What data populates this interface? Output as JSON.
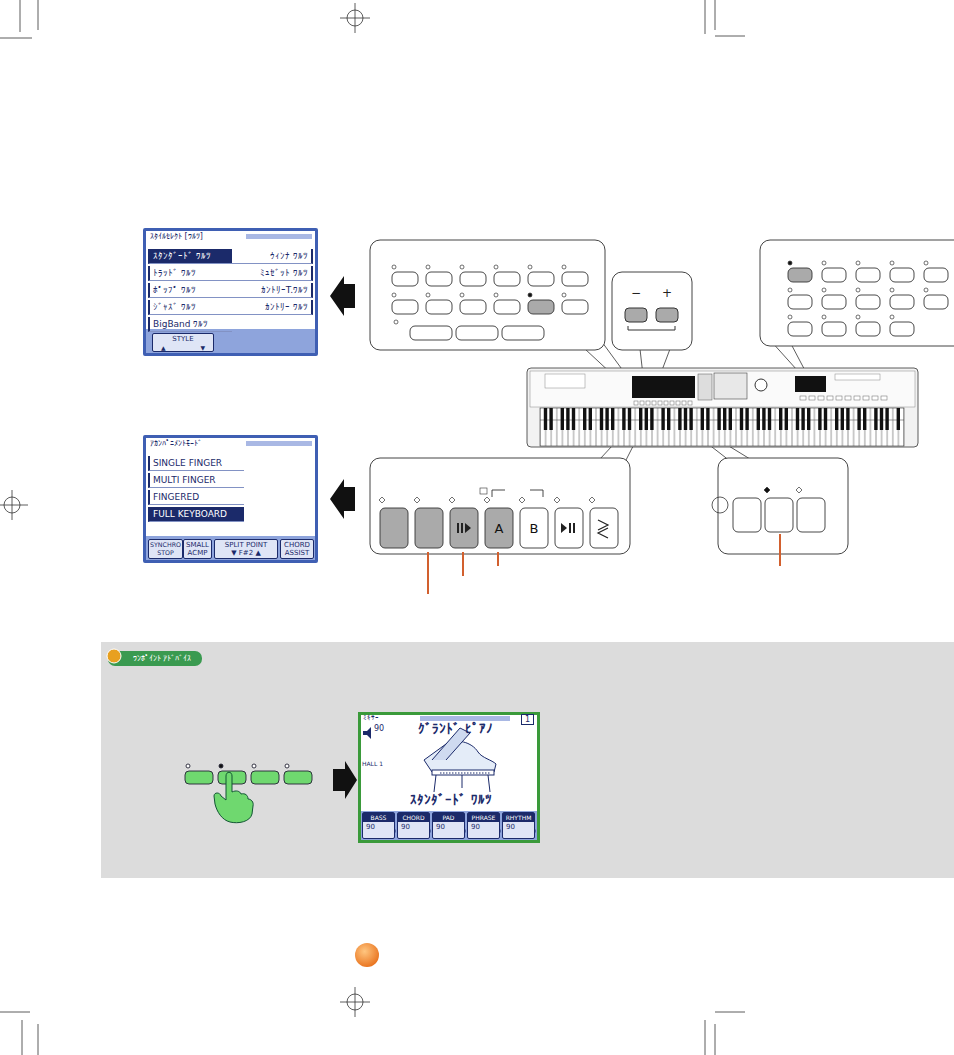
{
  "diagram": {
    "nodes": [
      {
        "text": [
          "ｽﾀｲﾙｾﾚｸﾄ [ﾜﾙﾂ]"
        ]
      },
      {
        "text": [
          "ｽﾀﾝﾀﾞｰﾄﾞ ﾜﾙﾂ"
        ],
        "in": 0
      },
      {
        "text": [
          "ｳｨﾝﾅ ﾜﾙﾂ"
        ],
        "in": 0
      },
      {
        "text": [
          "ﾄﾗｯﾄﾞ ﾜﾙﾂ"
        ],
        "in": 0
      },
      {
        "text": [
          "ﾐｭｾﾞｯﾄ ﾜﾙﾂ"
        ],
        "in": 0
      },
      {
        "text": [
          "ﾎﾟｯﾌﾟ ﾜﾙﾂ"
        ],
        "in": 0
      },
      {
        "text": [
          "ｶﾝﾄﾘｰT.ﾜﾙﾂ"
        ],
        "in": 0
      },
      {
        "text": [
          "ｼﾞｬｽﾞ ﾜﾙﾂ"
        ],
        "in": 0
      },
      {
        "text": [
          "ｶﾝﾄﾘｰ ﾜﾙﾂ"
        ],
        "in": 0
      },
      {
        "text": [
          "BigBand ﾜﾙﾂ"
        ],
        "in": 0
      },
      {
        "text": [
          "STYLE",
          "▲",
          "▼"
        ],
        "in": 0
      },
      {
        "text": [
          "ｱｶﾝﾊﾟﾆﾒﾝﾄﾓｰﾄﾞ"
        ]
      },
      {
        "text": [
          "SINGLE FINGER"
        ],
        "in": 11
      },
      {
        "text": [
          "MULTI FINGER"
        ],
        "in": 11
      },
      {
        "text": [
          "FINGERED"
        ],
        "in": 11
      },
      {
        "text": [
          "FULL KEYBOARD"
        ],
        "in": 11
      },
      {
        "text": [
          "SYNCHRO STOP"
        ],
        "in": 11
      },
      {
        "text": [
          "SMALL ACMP"
        ],
        "in": 11
      },
      {
        "text": [
          "SPLIT POINT",
          "▼ F#2 ▲"
        ],
        "in": 11
      },
      {
        "text": [
          "CHORD ASSIST"
        ],
        "in": 11
      },
      {
        "text": [
          "A"
        ]
      },
      {
        "text": [
          "B"
        ]
      },
      {
        "text": [
          "ﾜﾝﾎﾟｲﾝﾄ ｱﾄﾞﾊﾞｲｽ"
        ]
      },
      {
        "text": [
          "ﾐｷｻｰ",
          "1",
          "90",
          "HALL 1",
          "ｸﾞﾗﾝﾄﾞ ﾋﾟｱﾉ",
          "ｽﾀﾝﾀﾞｰﾄﾞ ﾜﾙﾂ"
        ]
      },
      {
        "text": [
          "BASS",
          "90"
        ],
        "in": 23
      },
      {
        "text": [
          "CHORD",
          "90"
        ],
        "in": 23
      },
      {
        "text": [
          "PAD",
          "90"
        ],
        "in": 23
      },
      {
        "text": [
          "PHRASE",
          "90"
        ],
        "in": 23
      },
      {
        "text": [
          "RHYTHM",
          "90"
        ],
        "in": 23
      }
    ],
    "labels": [
      "−",
      "+"
    ]
  }
}
